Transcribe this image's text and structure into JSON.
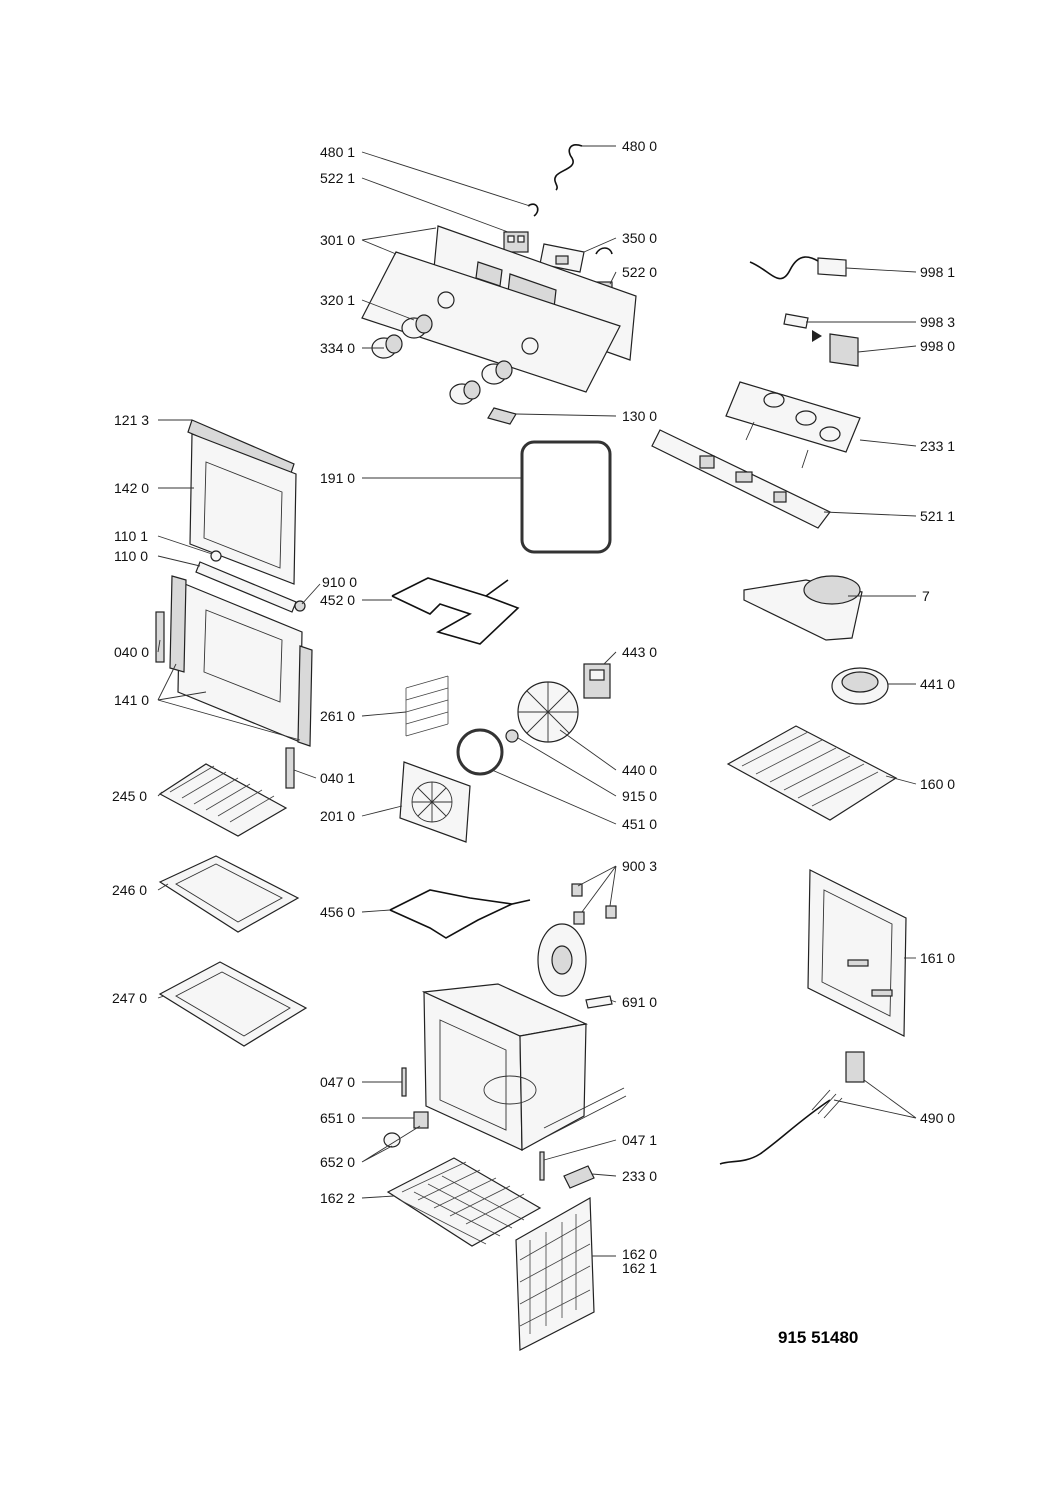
{
  "diagram_code": "915 51480",
  "parts": {
    "p4801": "480 1",
    "p4800": "480 0",
    "p5221": "522 1",
    "p3010": "301 0",
    "p3500": "350 0",
    "p5220": "522 0",
    "p3201": "320 1",
    "p3340": "334 0",
    "p9981": "998 1",
    "p9983": "998 3",
    "p9980": "998 0",
    "p1213": "121 3",
    "p1300": "130 0",
    "p2331": "233 1",
    "p1420": "142 0",
    "p1910": "191 0",
    "p5211": "521 1",
    "p1101": "110 1",
    "p1100": "110 0",
    "p9100": "910 0",
    "p4520": "452 0",
    "p7": "7",
    "p0400": "040 0",
    "p4430": "443 0",
    "p4410": "441 0",
    "p1410": "141 0",
    "p2610": "261 0",
    "p4400": "440 0",
    "p0401": "040 1",
    "p1600": "160 0",
    "p2450": "245 0",
    "p9150": "915 0",
    "p2010": "201 0",
    "p4510": "451 0",
    "p9003": "900 3",
    "p2460": "246 0",
    "p4560": "456 0",
    "p1610": "161 0",
    "p2470": "247 0",
    "p6910": "691 0",
    "p0470": "047 0",
    "p6510": "651 0",
    "p4900": "490 0",
    "p0471": "047 1",
    "p6520": "652 0",
    "p2330": "233 0",
    "p1622": "162 2",
    "p1620": "162 0",
    "p1621": "162 1"
  }
}
